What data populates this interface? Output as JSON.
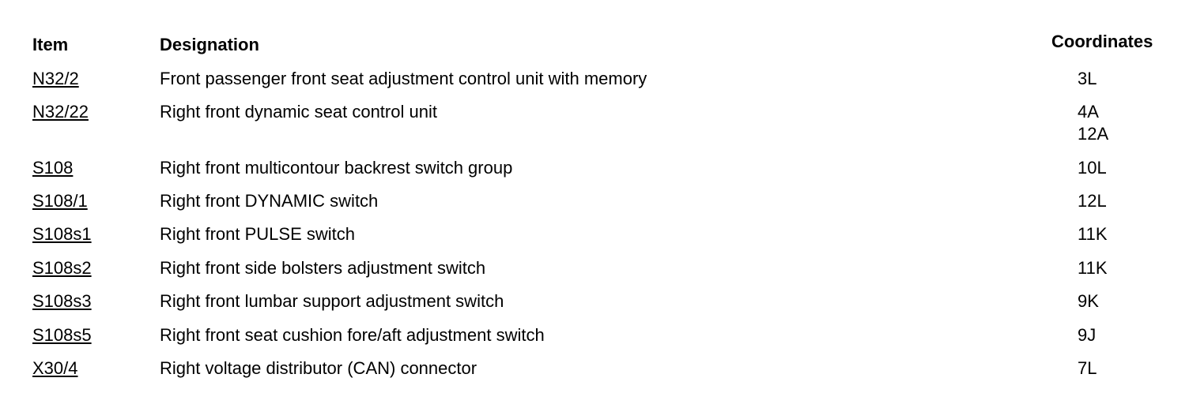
{
  "headers": {
    "item": "Item",
    "designation": "Designation",
    "coordinates": "Coordinates"
  },
  "rows": [
    {
      "item": "N32/2",
      "designation": "Front passenger front seat adjustment control unit with memory",
      "coordinates": [
        "3L"
      ]
    },
    {
      "item": "N32/22",
      "designation": "Right front dynamic seat control unit",
      "coordinates": [
        "4A",
        "12A"
      ]
    },
    {
      "item": "S108",
      "designation": "Right front multicontour backrest switch group",
      "coordinates": [
        "10L"
      ]
    },
    {
      "item": "S108/1",
      "designation": "Right front DYNAMIC switch",
      "coordinates": [
        "12L"
      ]
    },
    {
      "item": "S108s1",
      "designation": "Right front PULSE switch",
      "coordinates": [
        "11K"
      ]
    },
    {
      "item": "S108s2",
      "designation": "Right front side bolsters adjustment switch",
      "coordinates": [
        "11K"
      ]
    },
    {
      "item": "S108s3",
      "designation": "Right front lumbar support adjustment switch",
      "coordinates": [
        "9K"
      ]
    },
    {
      "item": "S108s5",
      "designation": "Right front seat cushion fore/aft adjustment switch",
      "coordinates": [
        "9J"
      ]
    },
    {
      "item": "X30/4",
      "designation": "Right voltage distributor (CAN) connector",
      "coordinates": [
        "7L"
      ]
    }
  ]
}
